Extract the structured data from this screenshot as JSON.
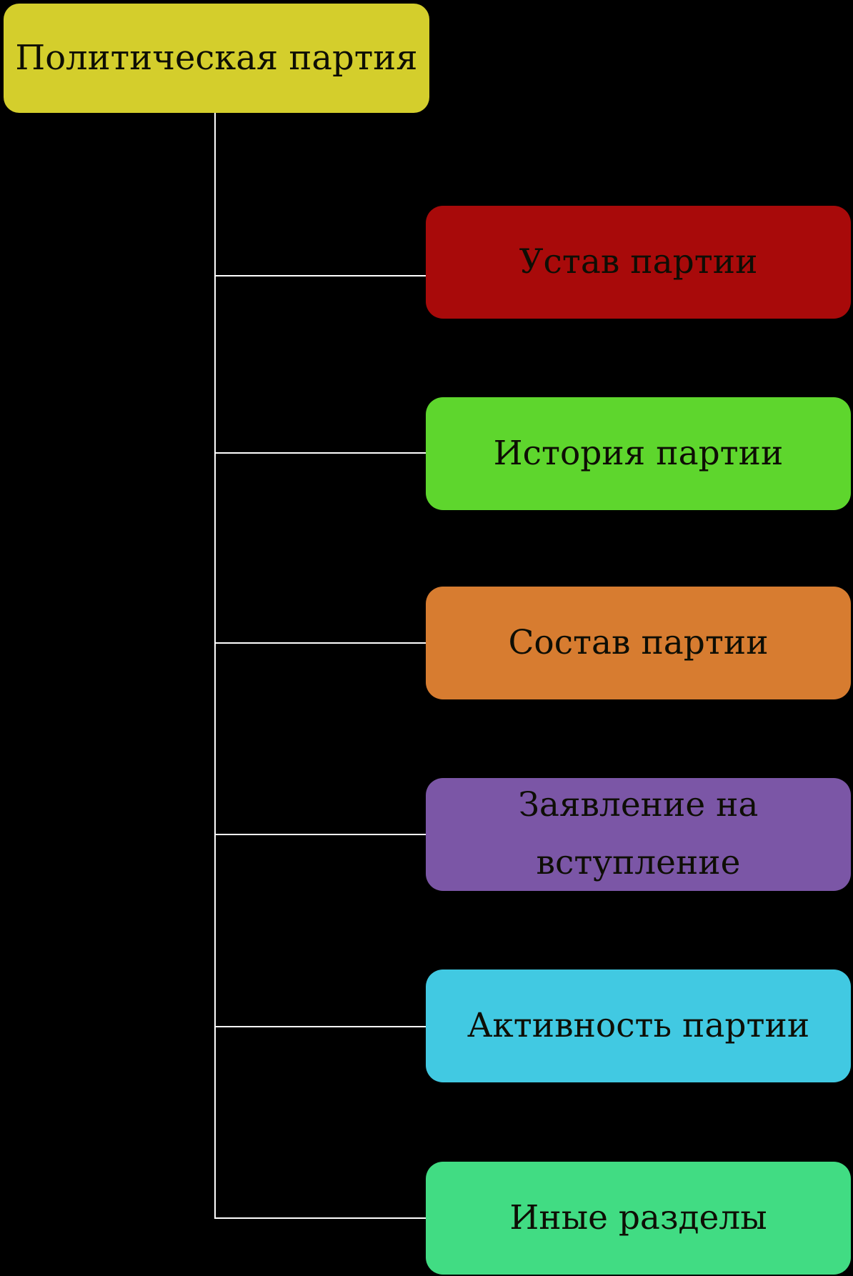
{
  "diagram": {
    "background_color": "#000000",
    "line_color": "#ffffff",
    "text_color": "#0e0e05",
    "root": {
      "label": "Политическая партия",
      "color": "#d4ce2c"
    },
    "children": [
      {
        "label": "Устав партии",
        "color": "#a80a0a"
      },
      {
        "label": "История партии",
        "color": "#5ed62d"
      },
      {
        "label": "Состав партии",
        "color": "#d77c30"
      },
      {
        "label": "Заявление на\nвступление",
        "color": "#7b56a6"
      },
      {
        "label": "Активность партии",
        "color": "#41c9e2"
      },
      {
        "label": "Иные разделы",
        "color": "#41dc83"
      }
    ]
  }
}
